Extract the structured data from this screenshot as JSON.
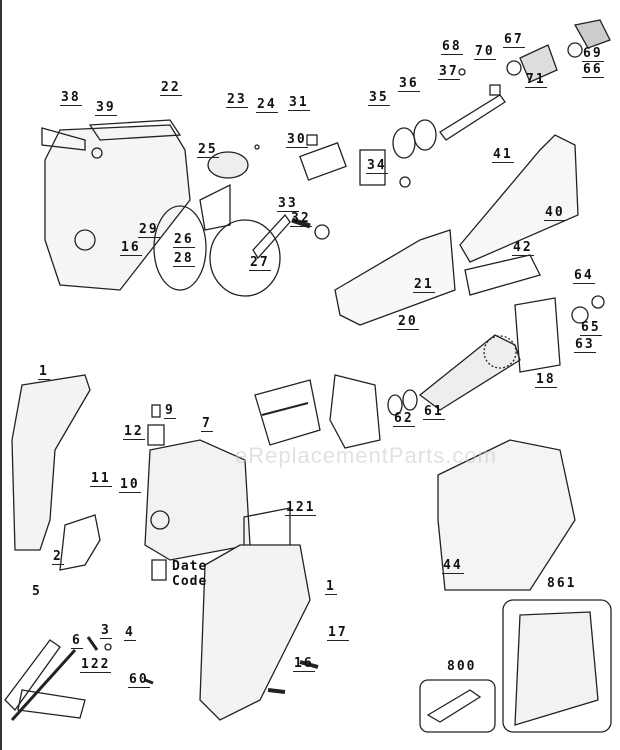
{
  "watermark": "eReplacementParts.com",
  "labels": [
    "68",
    "70",
    "67",
    "37",
    "71",
    "69",
    "66",
    "22",
    "38",
    "39",
    "23",
    "24",
    "31",
    "35",
    "36",
    "30",
    "25",
    "34",
    "41",
    "40",
    "33",
    "32",
    "29",
    "26",
    "28",
    "16",
    "27",
    "42",
    "21",
    "20",
    "64",
    "65",
    "63",
    "18",
    "1",
    "9",
    "7",
    "62",
    "61",
    "12",
    "11",
    "10",
    "121",
    "44",
    "2",
    "1",
    "861",
    "5",
    "17",
    "3",
    "4",
    "6",
    "800",
    "16",
    "122",
    "60"
  ],
  "date_code": {
    "line1": "Date",
    "line2": "Code"
  }
}
